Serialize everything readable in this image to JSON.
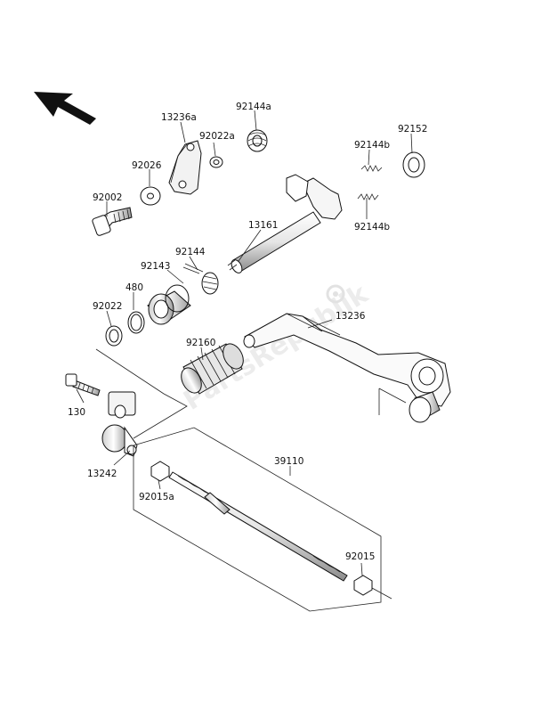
{
  "labels": {
    "p13236a": "13236a",
    "p92144a": "92144a",
    "p92022a": "92022a",
    "p92026": "92026",
    "p92002": "92002",
    "p92144b_top": "92144b",
    "p92152": "92152",
    "p92144b_bottom": "92144b",
    "p13161": "13161",
    "p92144": "92144",
    "p92143": "92143",
    "p480": "480",
    "p92022": "92022",
    "p13236": "13236",
    "p92160": "92160",
    "p130": "130",
    "p13242": "13242",
    "p39110": "39110",
    "p92015a": "92015a",
    "p92015": "92015"
  },
  "watermark": "PartsRepublik",
  "icons": {
    "direction_arrow": "arrow-up-left-icon",
    "watermark_gear": "gear-icon"
  },
  "colors": {
    "line": "#222222",
    "part_fill": "#ffffff",
    "part_shade": "#d9d9d9",
    "watermark": "#e6e6e6"
  }
}
